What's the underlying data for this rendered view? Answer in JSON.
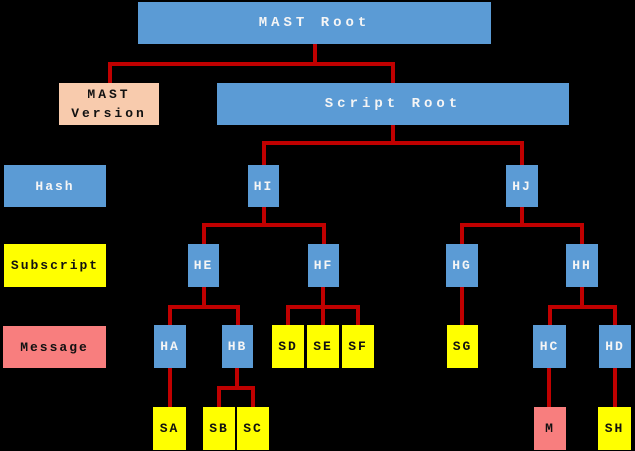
{
  "diagram": {
    "title": "MAST tree diagram",
    "background": "#000000",
    "connector_color": "#C00000",
    "palette": {
      "hash_fill": "#5B9BD5",
      "subscript_fill": "#FFFF00",
      "message_fill": "#F87E7E",
      "version_fill": "#F8CBAD",
      "hash_text": "#F5F5F5",
      "light_box_text": "#111111"
    },
    "boxes": {
      "mast_root": "MAST Root",
      "mast_version": "MAST Version",
      "script_root": "Script Root"
    },
    "legend": {
      "hash": "Hash",
      "subscript": "Subscript",
      "message": "Message"
    },
    "nodes": {
      "hi": "HI",
      "hj": "HJ",
      "he": "HE",
      "hf": "HF",
      "hg": "HG",
      "hh": "HH",
      "ha": "HA",
      "hb": "HB",
      "sd": "SD",
      "se": "SE",
      "sf": "SF",
      "sg": "SG",
      "hc": "HC",
      "hd": "HD",
      "sa": "SA",
      "sb": "SB",
      "sc": "SC",
      "m": "M",
      "sh": "SH"
    },
    "edges": [
      [
        "MAST Root",
        "MAST Version"
      ],
      [
        "MAST Root",
        "Script Root"
      ],
      [
        "Script Root",
        "HI"
      ],
      [
        "Script Root",
        "HJ"
      ],
      [
        "HI",
        "HE"
      ],
      [
        "HI",
        "HF"
      ],
      [
        "HJ",
        "HG"
      ],
      [
        "HJ",
        "HH"
      ],
      [
        "HE",
        "HA"
      ],
      [
        "HE",
        "HB"
      ],
      [
        "HF",
        "SD"
      ],
      [
        "HF",
        "SE"
      ],
      [
        "HF",
        "SF"
      ],
      [
        "HG",
        "SG"
      ],
      [
        "HH",
        "HC"
      ],
      [
        "HH",
        "HD"
      ],
      [
        "HA",
        "SA"
      ],
      [
        "HB",
        "SB"
      ],
      [
        "HB",
        "SC"
      ],
      [
        "HC",
        "M"
      ],
      [
        "HD",
        "SH"
      ]
    ]
  }
}
